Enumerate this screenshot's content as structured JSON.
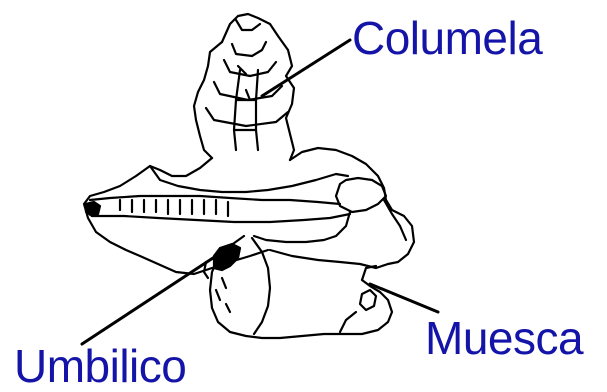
{
  "labels": {
    "columela": "Columela",
    "muesca": "Muesca",
    "umbilico": "Umbilico"
  },
  "colors": {
    "label_text": "#1414a8",
    "drawing_ink": "#000000",
    "background": "#ffffff"
  }
}
